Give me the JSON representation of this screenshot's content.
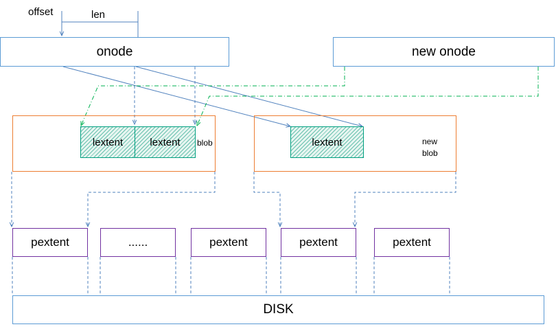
{
  "labels": {
    "offset": "offset",
    "len": "len",
    "onode": "onode",
    "new_onode": "new onode",
    "lextent_1": "lextent",
    "lextent_2": "lextent",
    "lextent_3": "lextent",
    "blob": "blob",
    "new_blob_line1": "new",
    "new_blob_line2": "blob",
    "pextents": [
      "pextent",
      "......",
      "pextent",
      "pextent",
      "pextent"
    ],
    "disk": "DISK"
  },
  "colors": {
    "onode_border": "#5b9bd5",
    "blob_border": "#ed7d31",
    "pextent_border": "#7030a0",
    "lextent_border": "#00a080",
    "dashdot_green": "#00b050",
    "connector_blue": "#5b9bd5"
  }
}
